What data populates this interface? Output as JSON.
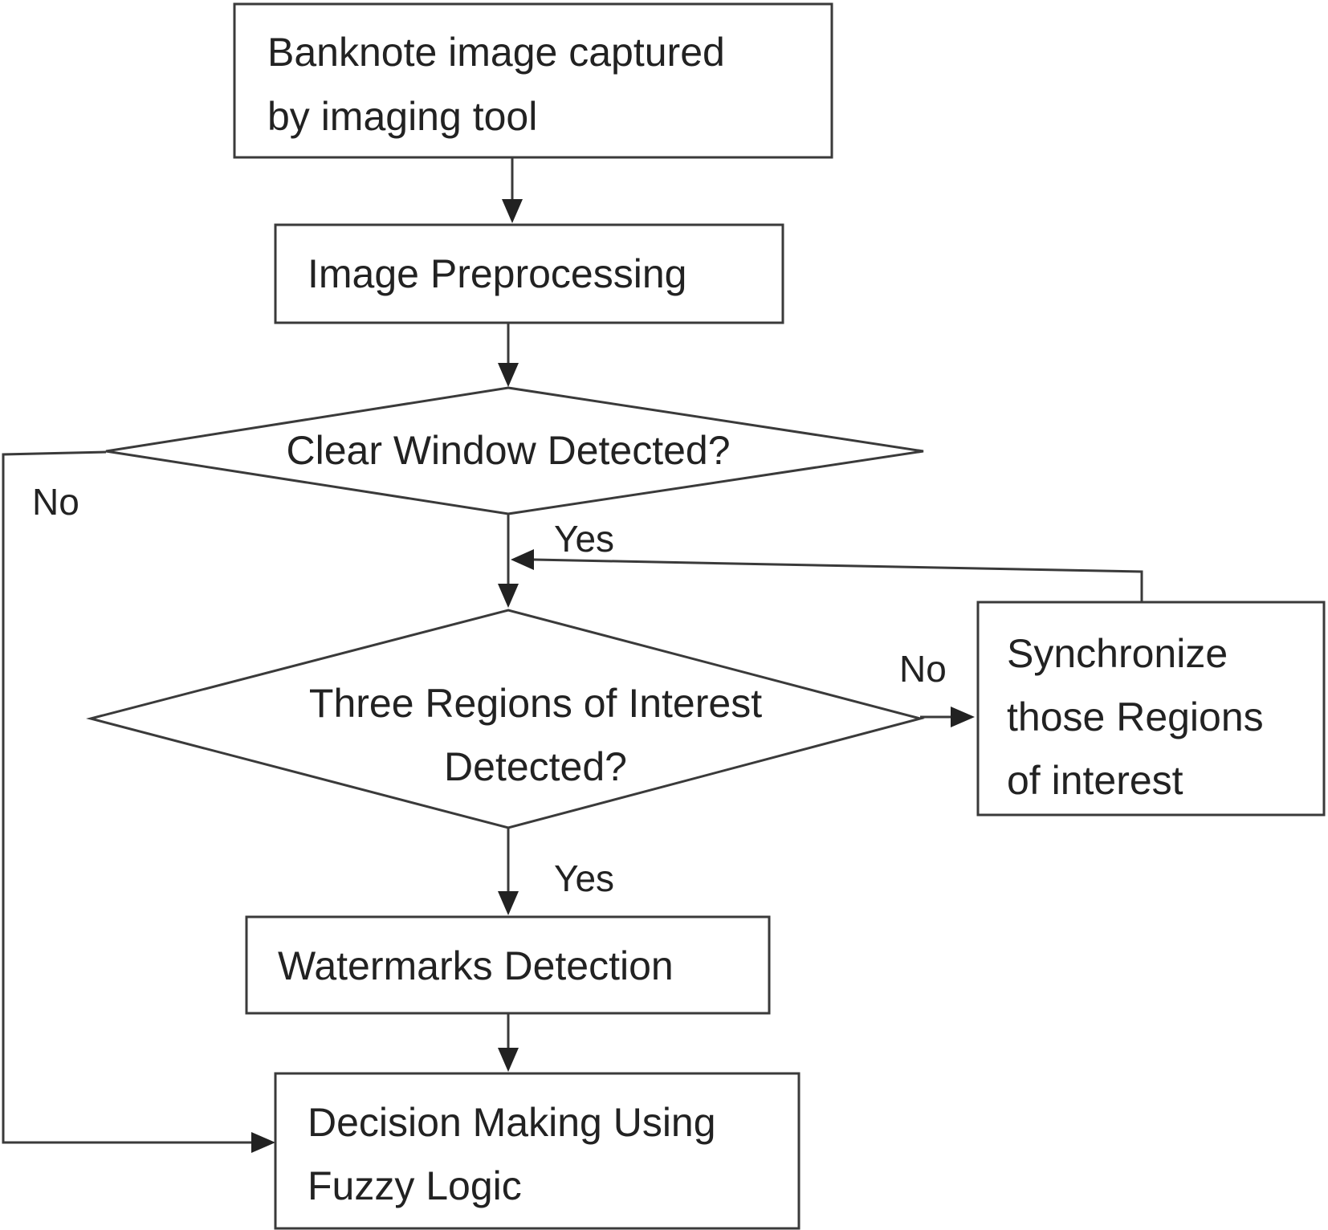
{
  "nodes": {
    "capture": {
      "line1": "Banknote image captured",
      "line2": "by imaging tool"
    },
    "preprocessing": {
      "line1": "Image Preprocessing"
    },
    "clear_window": {
      "line1": "Clear Window Detected?"
    },
    "three_regions": {
      "line1": "Three Regions of Interest",
      "line2": "Detected?"
    },
    "synchronize": {
      "line1": "Synchronize",
      "line2": "those Regions",
      "line3": "of interest"
    },
    "watermarks": {
      "line1": "Watermarks Detection"
    },
    "decision": {
      "line1": "Decision Making Using",
      "line2": "Fuzzy Logic"
    }
  },
  "edges": {
    "clear_window_no": "No",
    "clear_window_yes": "Yes",
    "three_regions_no": "No",
    "three_regions_yes": "Yes"
  }
}
